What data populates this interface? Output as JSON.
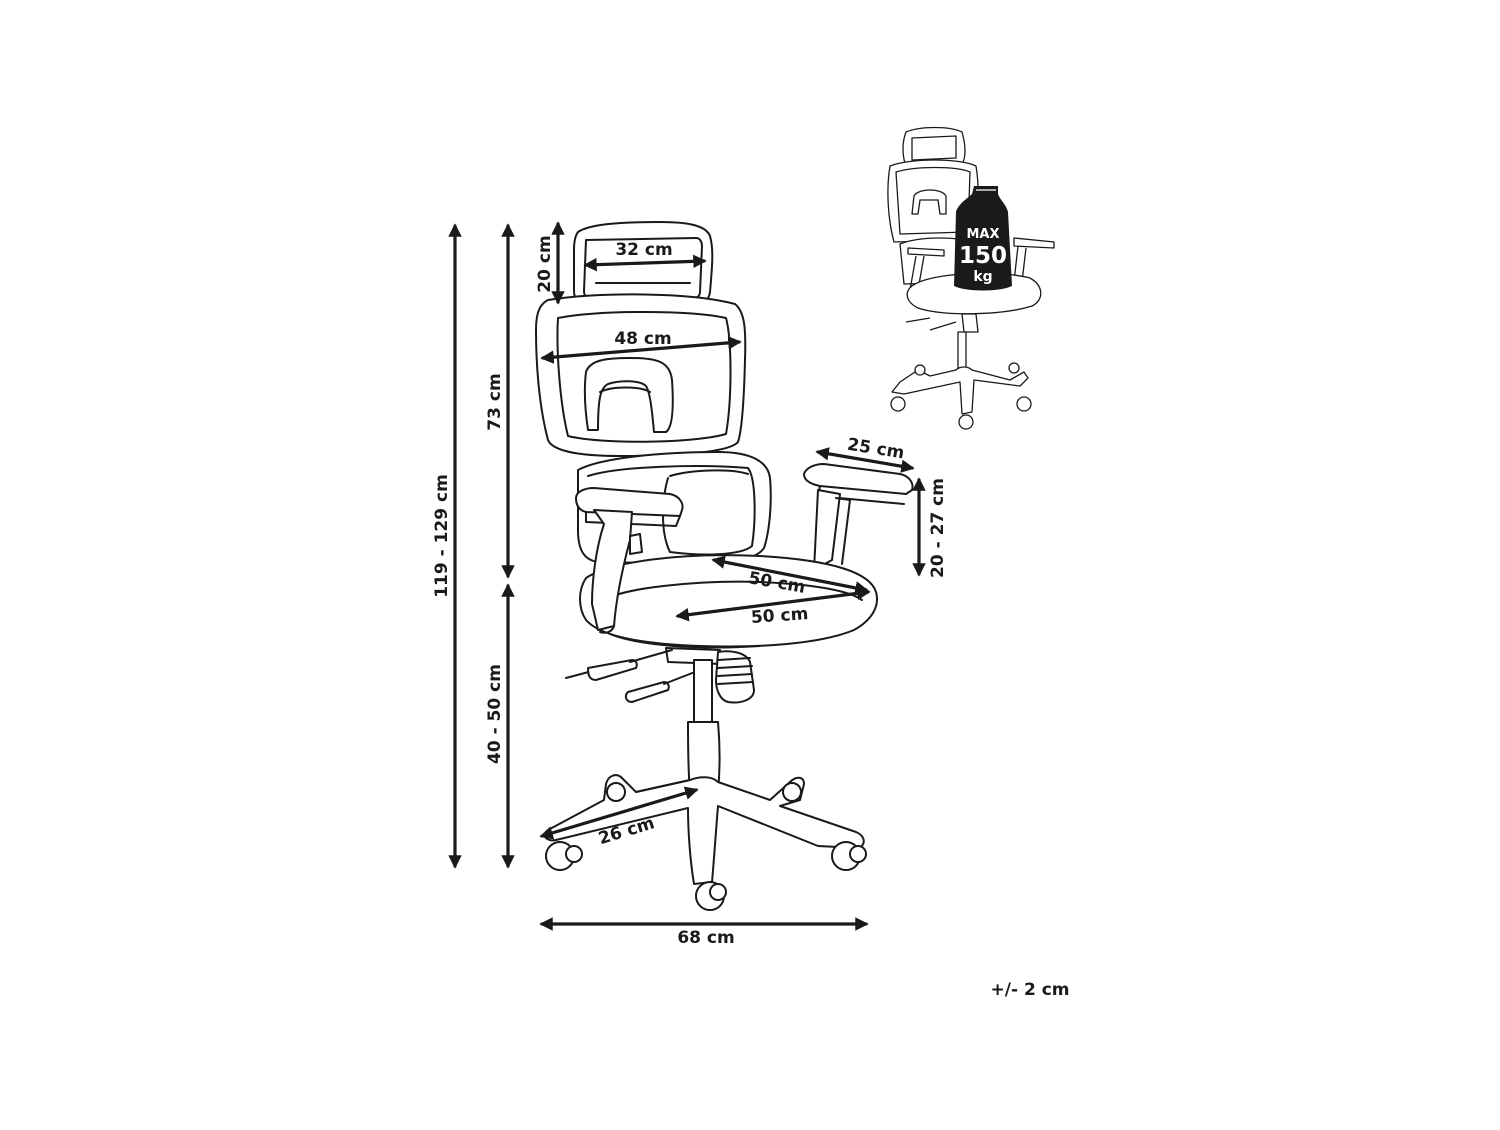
{
  "dimensions": {
    "total_height": "119 - 129 cm",
    "backrest_height": "73 cm",
    "seat_height": "40 - 50 cm",
    "headrest_height": "20 cm",
    "headrest_width": "32 cm",
    "backrest_width": "48 cm",
    "armrest_length": "25 cm",
    "armrest_height": "20 - 27 cm",
    "seat_depth": "50 cm",
    "seat_width": "50 cm",
    "leg_length": "26 cm",
    "base_width": "68 cm",
    "tolerance": "+/- 2 cm"
  },
  "weight_badge": {
    "line1": "MAX",
    "line2": "150",
    "line3": "kg"
  }
}
